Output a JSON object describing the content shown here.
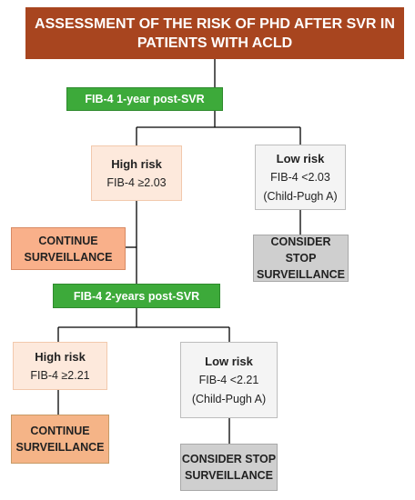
{
  "title": "ASSESSMENT OF THE RISK OF PHD AFTER SVR IN PATIENTS WITH ACLD",
  "step1": {
    "label": "FIB-4 1-year post-SVR",
    "high": {
      "heading": "High risk",
      "criterion": "FIB-4 ≥2.03"
    },
    "low": {
      "heading": "Low risk",
      "criterion": "FIB-4 <2.03",
      "note": "(Child-Pugh A)"
    },
    "continue": {
      "line1": "CONTINUE",
      "line2": "SURVEILLANCE"
    },
    "stop": {
      "line1": "CONSIDER STOP",
      "line2": "SURVEILLANCE"
    }
  },
  "step2": {
    "label": "FIB-4 2-years post-SVR",
    "high": {
      "heading": "High risk",
      "criterion": "FIB-4 ≥2.21"
    },
    "low": {
      "heading": "Low risk",
      "criterion": "FIB-4 <2.21",
      "note": "(Child-Pugh A)"
    },
    "continue": {
      "line1": "CONTINUE",
      "line2": "SURVEILLANCE"
    },
    "stop": {
      "line1": "CONSIDER STOP",
      "line2": "SURVEILLANCE"
    }
  },
  "colors": {
    "title_bg": "#a8451f",
    "decision_green": "#3daa3a",
    "high_risk_bg": "#fde9dc",
    "low_risk_bg": "#f4f4f4",
    "continue_bg": "#f9b08a",
    "stop_bg": "#cfcfcf"
  }
}
